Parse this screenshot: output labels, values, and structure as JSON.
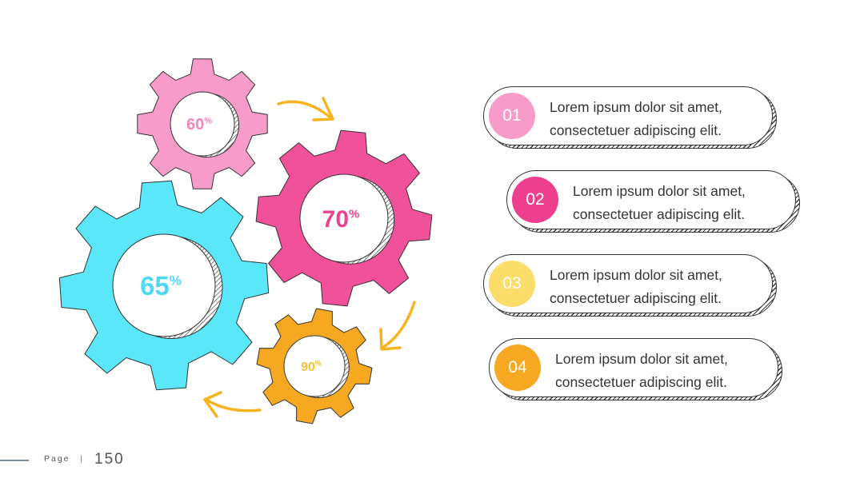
{
  "colors": {
    "pink_light": "#F79BCB",
    "pink": "#F1509A",
    "cyan": "#5BE7FA",
    "orange": "#F6A821",
    "yellow": "#FBDD6A",
    "arrow": "#F6B520"
  },
  "gears": [
    {
      "id": "gear-pink-light",
      "percent": "60",
      "unit": "%",
      "color": "#F79BCB",
      "text_color": "#F584BE"
    },
    {
      "id": "gear-pink",
      "percent": "70",
      "unit": "%",
      "color": "#F1509A",
      "text_color": "#E94491"
    },
    {
      "id": "gear-cyan",
      "percent": "65",
      "unit": "%",
      "color": "#5BE7FA",
      "text_color": "#4FD9F3"
    },
    {
      "id": "gear-orange",
      "percent": "90",
      "unit": "%",
      "color": "#F6A821",
      "text_color": "#F6C232"
    }
  ],
  "items": [
    {
      "number": "01",
      "line1": "Lorem ipsum dolor sit amet,",
      "line2": "consectetuer adipiscing elit.",
      "color": "#F79BCB"
    },
    {
      "number": "02",
      "line1": "Lorem ipsum dolor sit amet,",
      "line2": "consectetuer adipiscing elit.",
      "color": "#EE3F8E"
    },
    {
      "number": "03",
      "line1": "Lorem ipsum dolor sit amet,",
      "line2": "consectetuer adipiscing elit.",
      "color": "#FBDD6A"
    },
    {
      "number": "04",
      "line1": "Lorem ipsum dolor sit amet,",
      "line2": "consectetuer adipiscing elit.",
      "color": "#F6A821"
    }
  ],
  "footer": {
    "label": "Page",
    "separator": "|",
    "page_number": "150"
  }
}
